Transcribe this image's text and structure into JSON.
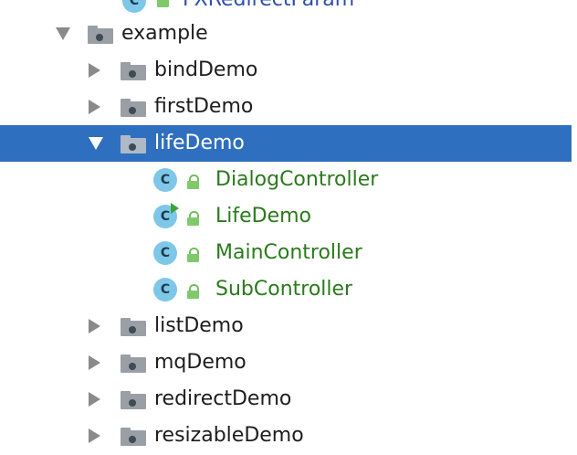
{
  "tree": {
    "partial_item": {
      "label": "FXRedirectParam",
      "icon": "class-icon"
    },
    "items": [
      {
        "key": "example",
        "label": "example",
        "type": "package",
        "expanded": true,
        "selected": false
      },
      {
        "key": "bindDemo",
        "label": "bindDemo",
        "type": "package",
        "expanded": false,
        "selected": false
      },
      {
        "key": "firstDemo",
        "label": "firstDemo",
        "type": "package",
        "expanded": false,
        "selected": false
      },
      {
        "key": "lifeDemo",
        "label": "lifeDemo",
        "type": "package",
        "expanded": true,
        "selected": true
      },
      {
        "key": "DialogController",
        "label": "DialogController",
        "type": "class",
        "runnable": false
      },
      {
        "key": "LifeDemo",
        "label": "LifeDemo",
        "type": "class",
        "runnable": true
      },
      {
        "key": "MainController",
        "label": "MainController",
        "type": "class",
        "runnable": false
      },
      {
        "key": "SubController",
        "label": "SubController",
        "type": "class",
        "runnable": false
      },
      {
        "key": "listDemo",
        "label": "listDemo",
        "type": "package",
        "expanded": false,
        "selected": false
      },
      {
        "key": "mqDemo",
        "label": "mqDemo",
        "type": "package",
        "expanded": false,
        "selected": false
      },
      {
        "key": "redirectDemo",
        "label": "redirectDemo",
        "type": "package",
        "expanded": false,
        "selected": false
      },
      {
        "key": "resizableDemo",
        "label": "resizableDemo",
        "type": "package",
        "expanded": false,
        "selected": false
      }
    ],
    "class_icon_letter": "C"
  },
  "colors": {
    "selection": "#2f6fbf",
    "class_text": "#2a7a1c",
    "class_icon": "#7ec7e8",
    "folder": "#9a9fa6"
  }
}
